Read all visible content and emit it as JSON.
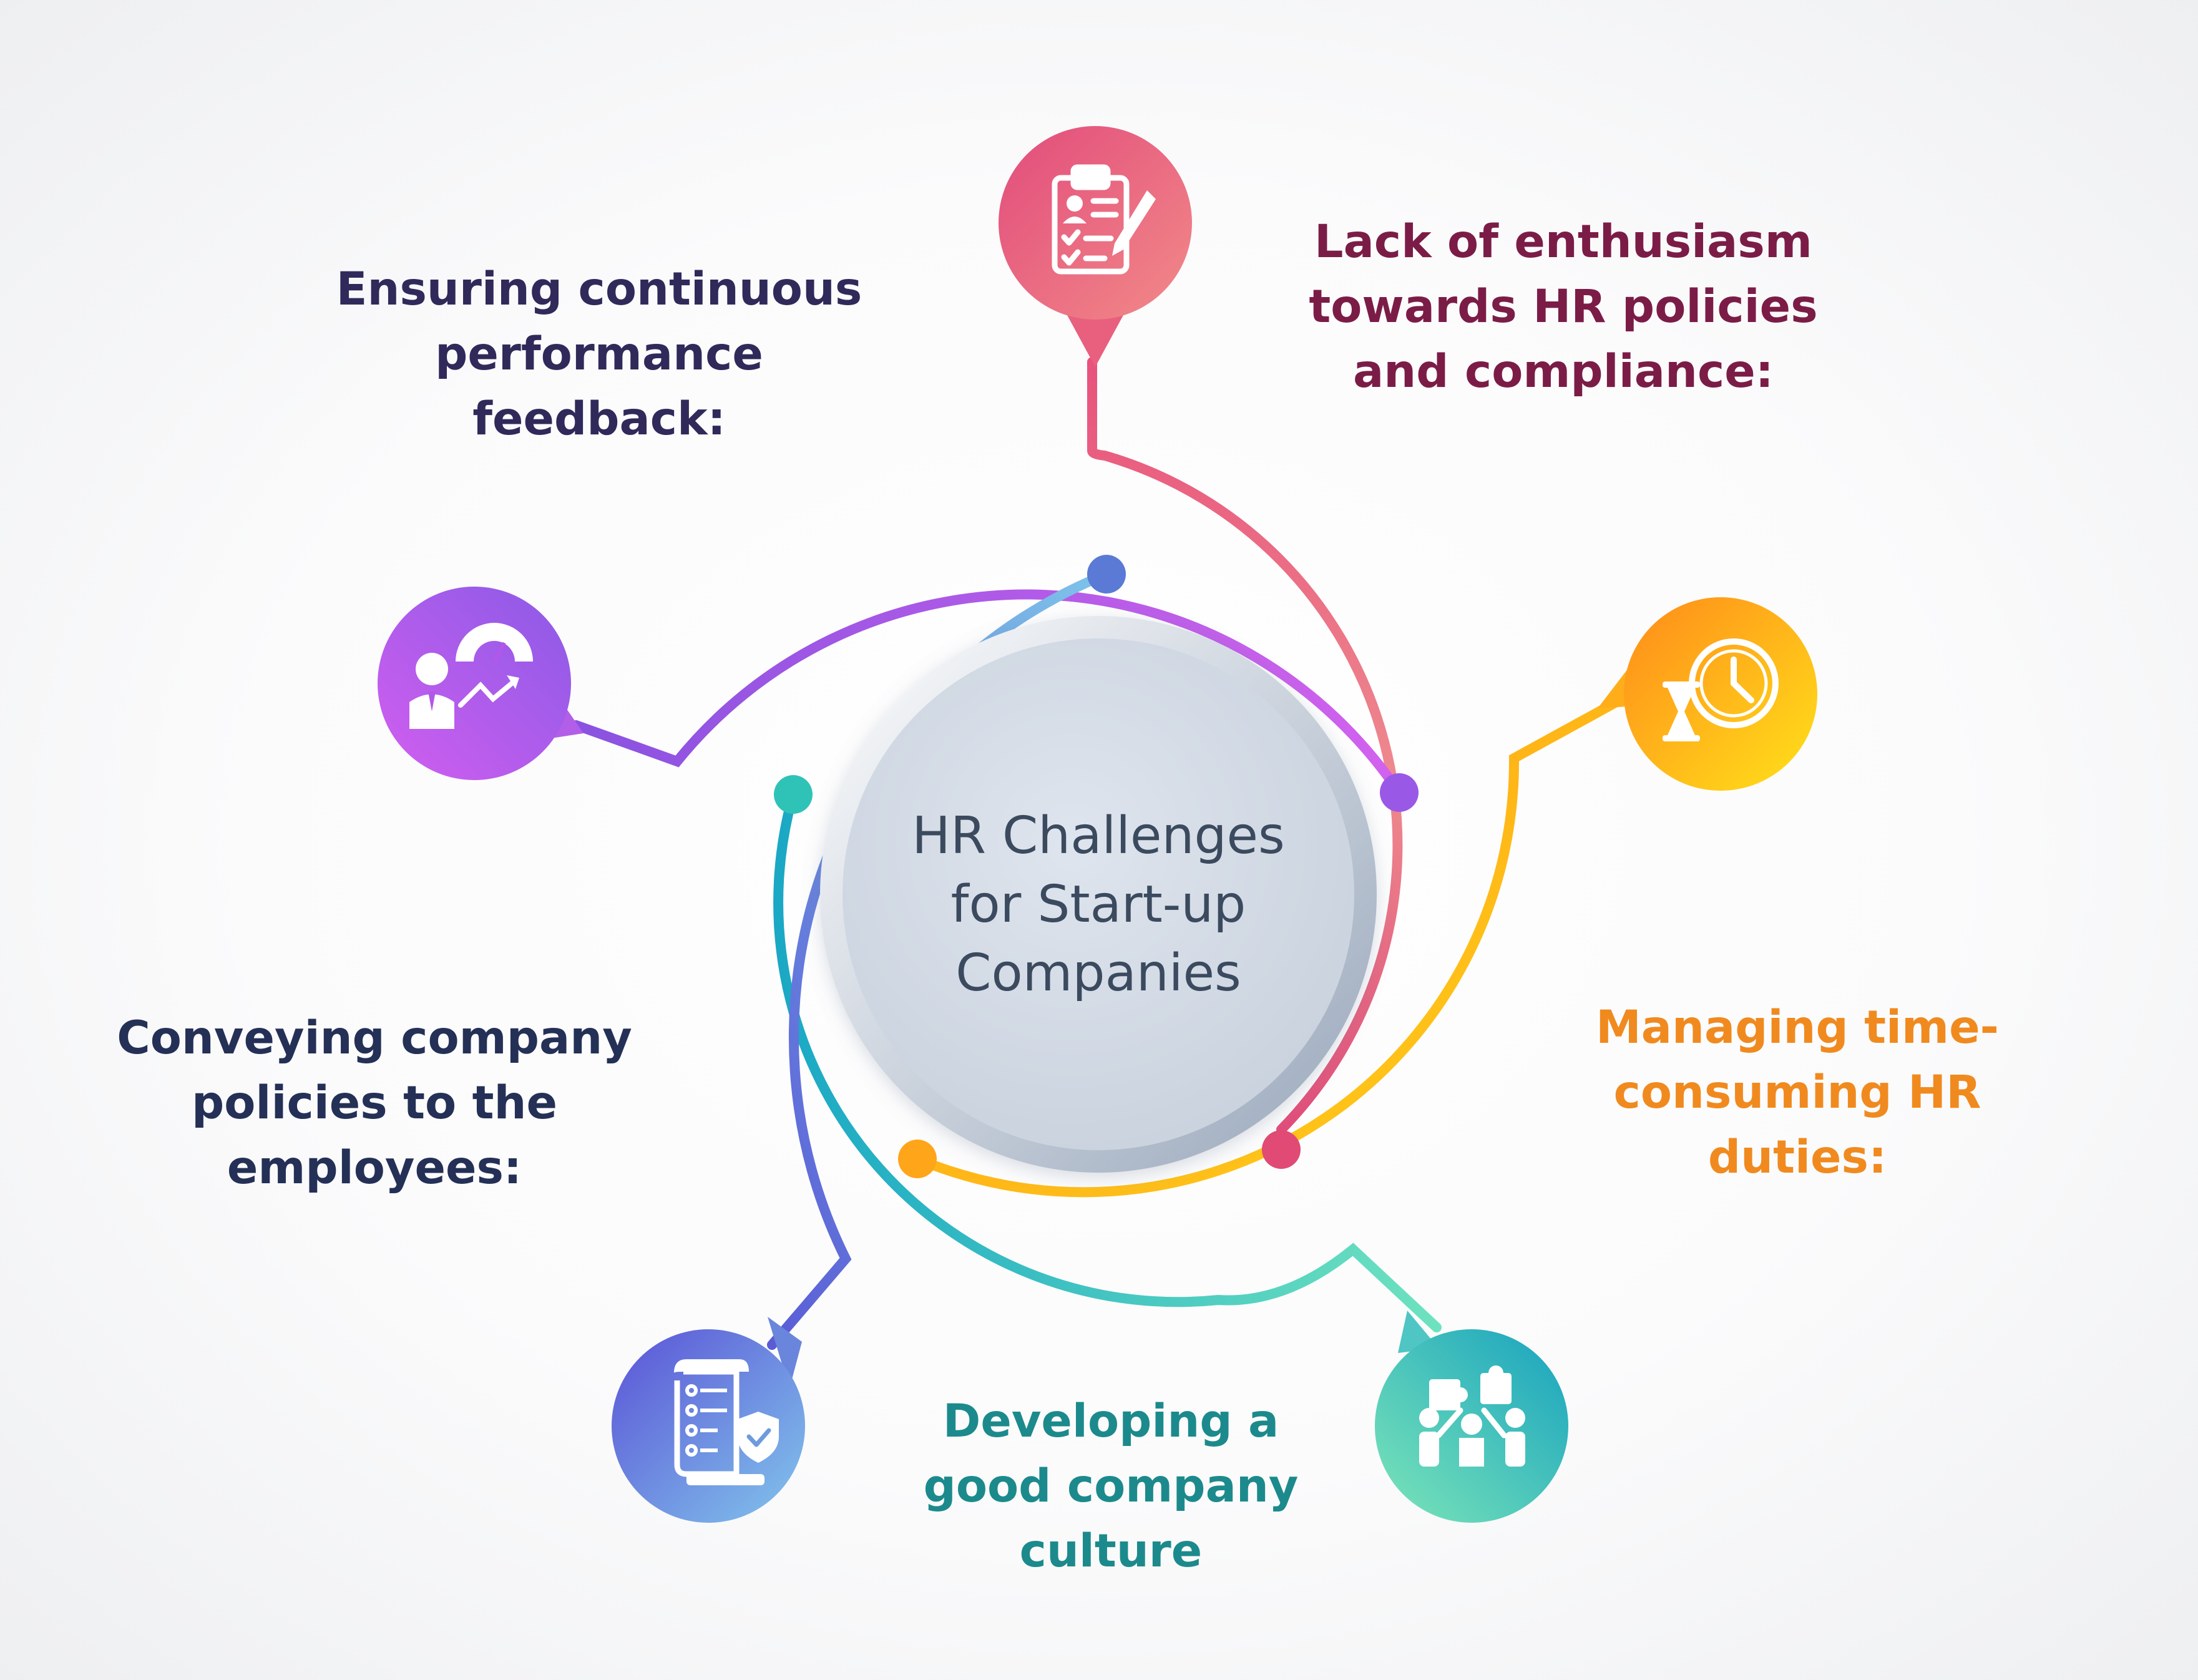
{
  "center": {
    "title": "HR Challenges\nfor Start-up\nCompanies"
  },
  "items": [
    {
      "id": "performance",
      "text": "Ensuring continuous\nperformance\nfeedback:",
      "icon": "performance-gauge-icon",
      "color": "#2f2a5a"
    },
    {
      "id": "enthusiasm",
      "text": "Lack of enthusiasm\ntowards HR policies\nand compliance:",
      "icon": "clipboard-checklist-icon",
      "color": "#7b1c47"
    },
    {
      "id": "time",
      "text": "Managing time-\nconsuming HR\nduties:",
      "icon": "clock-hourglass-icon",
      "color": "#f08a1f"
    },
    {
      "id": "culture",
      "text": "Developing a\ngood company\nculture",
      "icon": "team-puzzle-icon",
      "color": "#1c8a8c"
    },
    {
      "id": "policies",
      "text": "Conveying company\npolicies to the\nemployees:",
      "icon": "policy-document-icon",
      "color": "#243056"
    }
  ],
  "colors": {
    "pink": "#e3537d",
    "purple": "#b458e8",
    "orange": "#ffa21a",
    "yellow": "#ffd21a",
    "teal": "#3ccdbb",
    "blue": "#5b6ad8",
    "center_text": "#3b4a5e"
  }
}
